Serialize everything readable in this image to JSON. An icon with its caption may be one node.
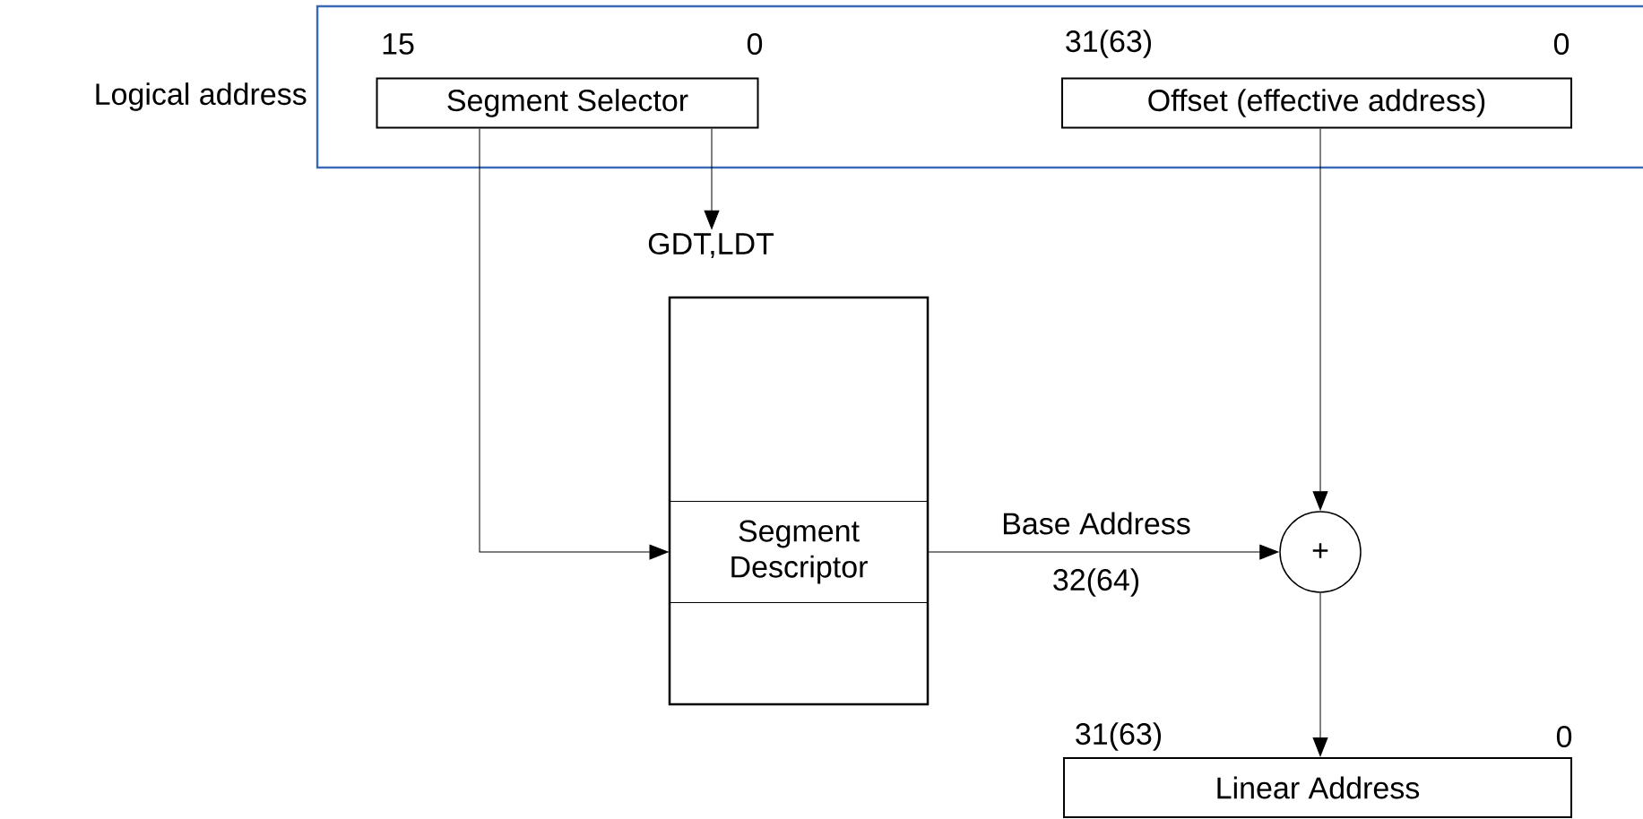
{
  "diagram": {
    "nodes": [
      {
        "text": [
          "Logical address"
        ]
      },
      {
        "text": [
          "Segment Selector"
        ],
        "in": 0,
        "beside": [
          "15",
          "0"
        ]
      },
      {
        "text": [
          "Offset (effective address)"
        ],
        "in": 0,
        "beside": [
          "31(63)",
          "0"
        ]
      },
      {
        "text": [
          "GDT,LDT"
        ]
      },
      {
        "text": [],
        "shape": "box"
      },
      {
        "text": [
          "Segment Descriptor"
        ],
        "in": 4
      },
      {
        "text": [
          "+"
        ]
      },
      {
        "text": [
          "Linear Address"
        ],
        "beside": [
          "31(63)",
          "0"
        ]
      }
    ],
    "edges": [
      {
        "from": 1,
        "to": 5,
        "arrow": "to"
      },
      {
        "from": 1,
        "to": 3,
        "arrow": "to"
      },
      {
        "from": 5,
        "to": 6,
        "label": "Base Address",
        "arrow": "to"
      },
      {
        "from": 2,
        "to": 6,
        "arrow": "to"
      },
      {
        "from": 6,
        "to": 7,
        "arrow": "to"
      }
    ],
    "labels": [
      "32(64)"
    ]
  }
}
